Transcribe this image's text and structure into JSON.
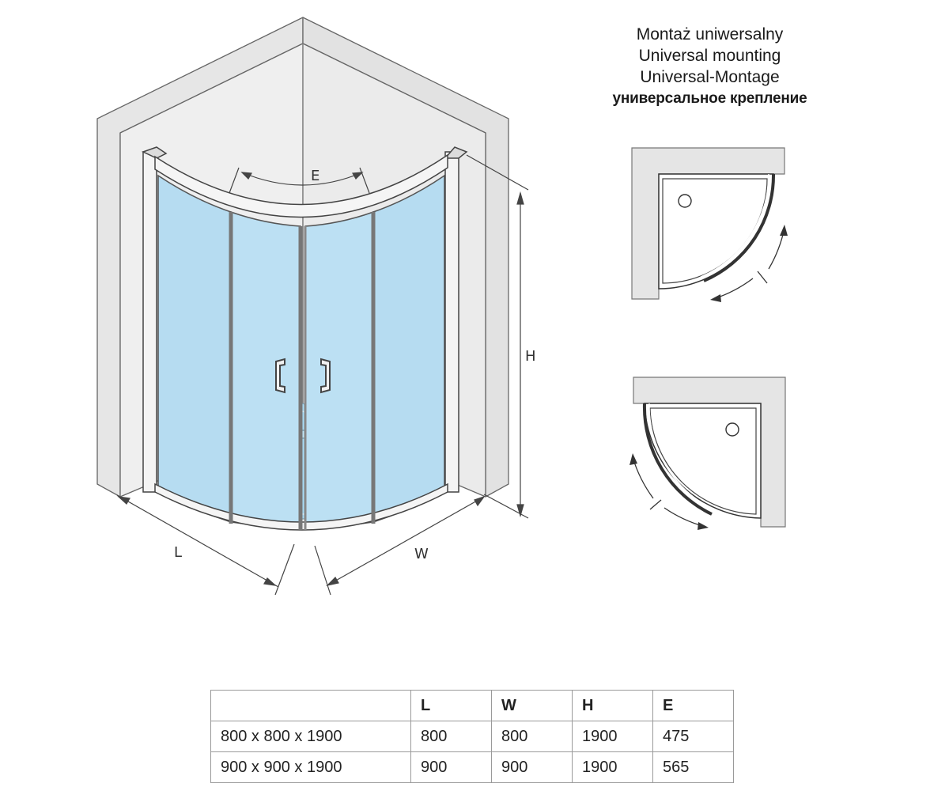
{
  "diagram": {
    "dimension_labels": {
      "e": "E",
      "h": "H",
      "l": "L",
      "w": "W"
    }
  },
  "mounting": {
    "titles": [
      "Montaż uniwersalny",
      "Universal mounting",
      "Universal-Montage",
      "универсальное крепление"
    ]
  },
  "table": {
    "headers": [
      "",
      "L",
      "W",
      "H",
      "E"
    ],
    "rows": [
      [
        "800 x 800 x 1900",
        "800",
        "800",
        "1900",
        "475"
      ],
      [
        "900 x 900 x 1900",
        "900",
        "900",
        "1900",
        "565"
      ]
    ]
  },
  "colors": {
    "wall": "#e5e5e5",
    "outline": "#555555",
    "glass": "#b9def2",
    "glass_dark": "#a7d3ef",
    "tray": "#a9ddf7"
  }
}
